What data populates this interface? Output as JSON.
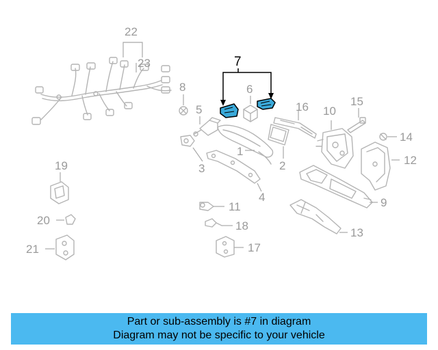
{
  "callouts": {
    "n1": "1",
    "n2": "2",
    "n3": "3",
    "n4": "4",
    "n5": "5",
    "n6": "6",
    "n7": "7",
    "n8": "8",
    "n9": "9",
    "n10": "10",
    "n11": "11",
    "n12": "12",
    "n13": "13",
    "n14": "14",
    "n15": "15",
    "n16": "16",
    "n17": "17",
    "n18": "18",
    "n19": "19",
    "n20": "20",
    "n21": "21",
    "n22": "22",
    "n23": "23"
  },
  "highlight_color": "#3aa9d9",
  "caption": {
    "line1": "Part or sub-assembly is #7 in diagram",
    "line2": "Diagram may not be specific to your vehicle",
    "background": "#4bb9f0"
  }
}
